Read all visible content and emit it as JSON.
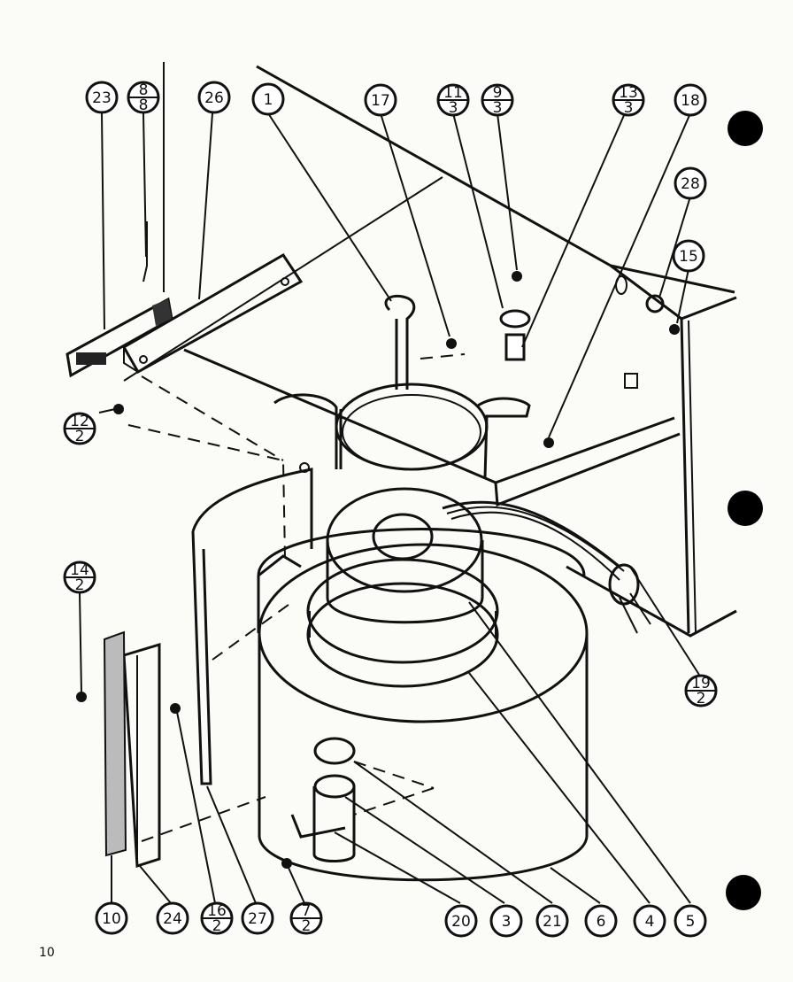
{
  "page_number": "10",
  "callouts": [
    {
      "id": "23",
      "num": "23"
    },
    {
      "id": "8-8",
      "num": "8",
      "qty": "8"
    },
    {
      "id": "26",
      "num": "26"
    },
    {
      "id": "1",
      "num": "1"
    },
    {
      "id": "17",
      "num": "17"
    },
    {
      "id": "11-3",
      "num": "11",
      "qty": "3"
    },
    {
      "id": "9-3",
      "num": "9",
      "qty": "3"
    },
    {
      "id": "13-3",
      "num": "13",
      "qty": "3"
    },
    {
      "id": "18",
      "num": "18"
    },
    {
      "id": "28",
      "num": "28"
    },
    {
      "id": "15",
      "num": "15"
    },
    {
      "id": "12-2",
      "num": "12",
      "qty": "2"
    },
    {
      "id": "14-2",
      "num": "14",
      "qty": "2"
    },
    {
      "id": "19-2",
      "num": "19",
      "qty": "2"
    },
    {
      "id": "10",
      "num": "10"
    },
    {
      "id": "24",
      "num": "24"
    },
    {
      "id": "16-2",
      "num": "16",
      "qty": "2"
    },
    {
      "id": "27",
      "num": "27"
    },
    {
      "id": "7-2",
      "num": "7",
      "qty": "2"
    },
    {
      "id": "20",
      "num": "20"
    },
    {
      "id": "3",
      "num": "3"
    },
    {
      "id": "21",
      "num": "21"
    },
    {
      "id": "6",
      "num": "6"
    },
    {
      "id": "4",
      "num": "4"
    },
    {
      "id": "5",
      "num": "5"
    }
  ]
}
